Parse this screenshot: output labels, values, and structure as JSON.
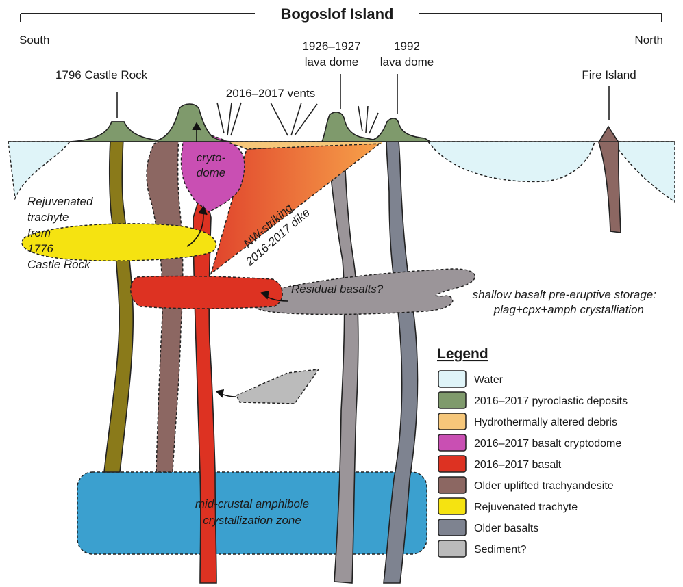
{
  "title": "Bogoslof Island",
  "direction": {
    "left": "South",
    "right": "North"
  },
  "labels": {
    "castle_rock": "1796 Castle Rock",
    "vents": "2016–2017 vents",
    "dome_1926_line1": "1926–1927",
    "dome_1926_line2": "lava dome",
    "dome_1992_line1": "1992",
    "dome_1992_line2": "lava dome",
    "fire_island": "Fire Island",
    "cryptodome_line1": "cryto-",
    "cryptodome_line2": "dome",
    "dike_line1": "NW-striking",
    "dike_line2": "2016-2017 dike",
    "rejuvenated_line1": "Rejuvenated",
    "rejuvenated_line2": "trachyte",
    "rejuvenated_line3": "from",
    "rejuvenated_line4": "1776",
    "rejuvenated_line5": "Castle Rock",
    "residual": "Residual basalts?",
    "storage_line1": "shallow basalt pre-eruptive storage:",
    "storage_line2": "plag+cpx+amph crystalliation",
    "midcrustal_line1": "mid-crustal amphibole",
    "midcrustal_line2": "crystallization zone"
  },
  "legend": {
    "title": "Legend",
    "items": [
      {
        "label": "Water",
        "color": "#dff4f8"
      },
      {
        "label": "2016–2017 pyroclastic deposits",
        "color": "#7f9a6c"
      },
      {
        "label": "Hydrothermally altered debris",
        "color": "#f6c77a"
      },
      {
        "label": "2016–2017 basalt cryptodome",
        "color": "#c94fb3"
      },
      {
        "label": "2016–2017 basalt",
        "color": "#dd3222"
      },
      {
        "label": "Older uplifted trachyandesite",
        "color": "#8c6762"
      },
      {
        "label": "Rejuvenated trachyte",
        "color": "#f5e311"
      },
      {
        "label": "Older basalts",
        "color": "#7e8390"
      },
      {
        "label": "Sediment?",
        "color": "#bbbbbb"
      }
    ]
  },
  "colors": {
    "water": "#dff4f8",
    "pyroclastic": "#7f9a6c",
    "altered": "#f6c77a",
    "cryptodome": "#c94fb3",
    "basalt": "#dd3222",
    "trachyandesite": "#8c6762",
    "trachyte": "#f5e311",
    "castle_rock": "#8a7a1a",
    "older_basalt": "#7e8390",
    "older_basalt_pale": "#9b9599",
    "sediment": "#bbbbbb",
    "midcrustal": "#3ba0cf",
    "dike_start": "#e0442c",
    "dike_end": "#f6a040"
  }
}
